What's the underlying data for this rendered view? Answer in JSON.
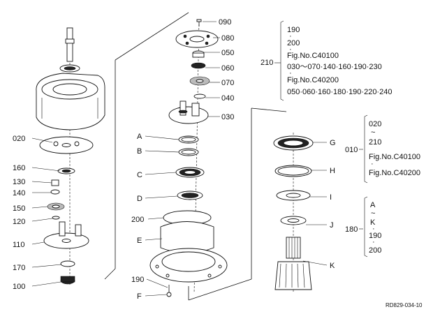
{
  "part_labels": {
    "p090": "090",
    "p080": "080",
    "p050": "050",
    "p060": "060",
    "p070": "070",
    "p040": "040",
    "p030": "030",
    "p020": "020",
    "p160": "160",
    "p130": "130",
    "p140": "140",
    "p150": "150",
    "p120": "120",
    "p110": "110",
    "p170": "170",
    "p100": "100",
    "pA": "A",
    "pB": "B",
    "pC": "C",
    "pD": "D",
    "p200": "200",
    "pE": "E",
    "p190": "190",
    "pF": "F",
    "pG": "G",
    "pH": "H",
    "pI": "I",
    "pJ": "J",
    "pK": "K"
  },
  "group_210": {
    "code": "210",
    "lines": [
      "190",
      "·",
      "200",
      "·",
      "Fig.No.C40100",
      "030～070·140·160·190·230",
      "·",
      "Fig.No.C40200",
      "050·060·160·180·190·220·240"
    ]
  },
  "group_010": {
    "code": "010",
    "lines": [
      "020",
      "~",
      "210",
      "Fig.No.C40100",
      "·",
      "Fig.No.C40200"
    ]
  },
  "group_180": {
    "code": "180",
    "lines": [
      "A",
      "~",
      "K",
      "·",
      "190",
      "·",
      "200"
    ]
  },
  "figure_code": "RD829-034-10"
}
